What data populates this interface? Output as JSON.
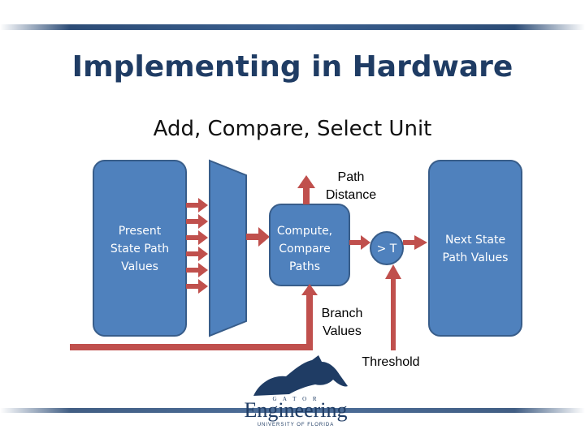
{
  "slide": {
    "title": "Implementing in Hardware",
    "subtitle": "Add, Compare, Select Unit"
  },
  "diagram": {
    "present_state_label_line1": "Present",
    "present_state_label_line2": "State Path",
    "present_state_label_line3": "Values",
    "compute_label_line1": "Compute,",
    "compute_label_line2": "Compare",
    "compute_label_line3": "Paths",
    "threshold_compare_label": "> T",
    "next_state_label_line1": "Next State",
    "next_state_label_line2": "Path Values",
    "path_distance_line1": "Path",
    "path_distance_line2": "Distance",
    "branch_values_line1": "Branch",
    "branch_values_line2": "Values",
    "threshold_label": "Threshold"
  },
  "logo": {
    "name_top": "G A T O R",
    "name_main": "Engineering",
    "name_bottom": "UNIVERSITY OF FLORIDA"
  },
  "colors": {
    "box_fill": "#4f81bd",
    "box_stroke": "#385d8a",
    "arrow": "#c0504d",
    "title": "#1f3c64",
    "logo": "#1f3c64"
  }
}
